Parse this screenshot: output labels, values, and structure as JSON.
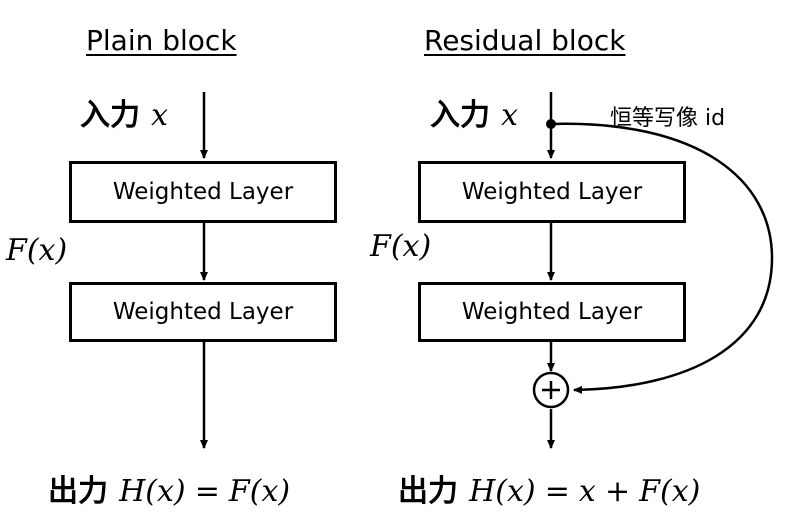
{
  "plain": {
    "title": "Plain block",
    "input_label": "入力",
    "input_var": "x",
    "layer1": "Weighted Layer",
    "layer2": "Weighted Layer",
    "mid_label": "F(x)",
    "output_label": "出力",
    "output_lhs": "H(x)",
    "output_eq": "=",
    "output_rhs": "F(x)"
  },
  "residual": {
    "title": "Residual block",
    "input_label": "入力",
    "input_var": "x",
    "identity_label": "恒等写像 id",
    "layer1": "Weighted Layer",
    "layer2": "Weighted Layer",
    "mid_label": "F(x)",
    "sum_symbol": "+",
    "output_label": "出力",
    "output_lhs": "H(x)",
    "output_eq": "=",
    "output_x": "x",
    "output_plus": "+",
    "output_rhs": "F(x)"
  }
}
